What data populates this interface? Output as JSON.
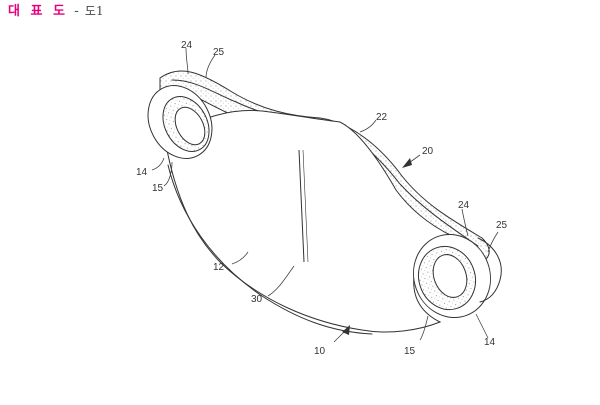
{
  "header": {
    "title": "대 표 도",
    "separator": "-",
    "figure": "도1"
  },
  "labels": {
    "l24a": "24",
    "l25a": "25",
    "l22": "22",
    "l20": "20",
    "l14a": "14",
    "l15a": "15",
    "l24b": "24",
    "l25b": "25",
    "l12": "12",
    "l30": "30",
    "l15b": "15",
    "l14b": "14",
    "l10": "10"
  },
  "colors": {
    "title": "#e6007e",
    "line": "#333333"
  }
}
